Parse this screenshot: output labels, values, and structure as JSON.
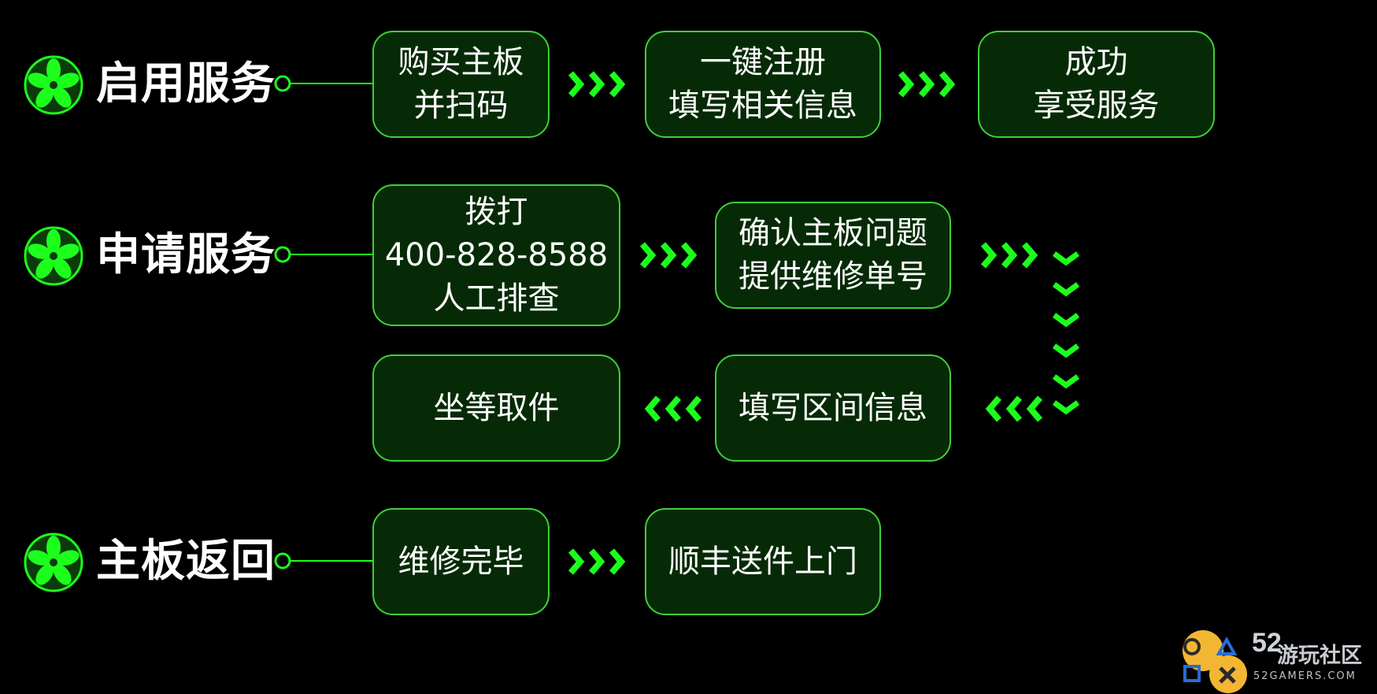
{
  "rows": [
    {
      "title": "启用服务",
      "boxes": [
        {
          "lines": [
            "购买主板",
            "并扫码"
          ]
        },
        {
          "lines": [
            "一键注册",
            "填写相关信息"
          ]
        },
        {
          "lines": [
            "成功",
            "享受服务"
          ]
        }
      ]
    },
    {
      "title": "申请服务",
      "boxes": [
        {
          "lines": [
            "拨打",
            "400-828-8588",
            "人工排查"
          ]
        },
        {
          "lines": [
            "确认主板问题",
            "提供维修单号"
          ]
        },
        {
          "lines": [
            "填写区间信息"
          ]
        },
        {
          "lines": [
            "坐等取件"
          ]
        }
      ]
    },
    {
      "title": "主板返回",
      "boxes": [
        {
          "lines": [
            "维修完毕"
          ]
        },
        {
          "lines": [
            "顺丰送件上门"
          ]
        }
      ]
    }
  ],
  "watermark": {
    "number": "52",
    "name": "游玩社区",
    "site": "52GAMERS.COM"
  },
  "colors": {
    "accent": "#1cff1c",
    "box_border": "#3ecf3a",
    "box_fill": "#062a06",
    "background": "#000000"
  }
}
